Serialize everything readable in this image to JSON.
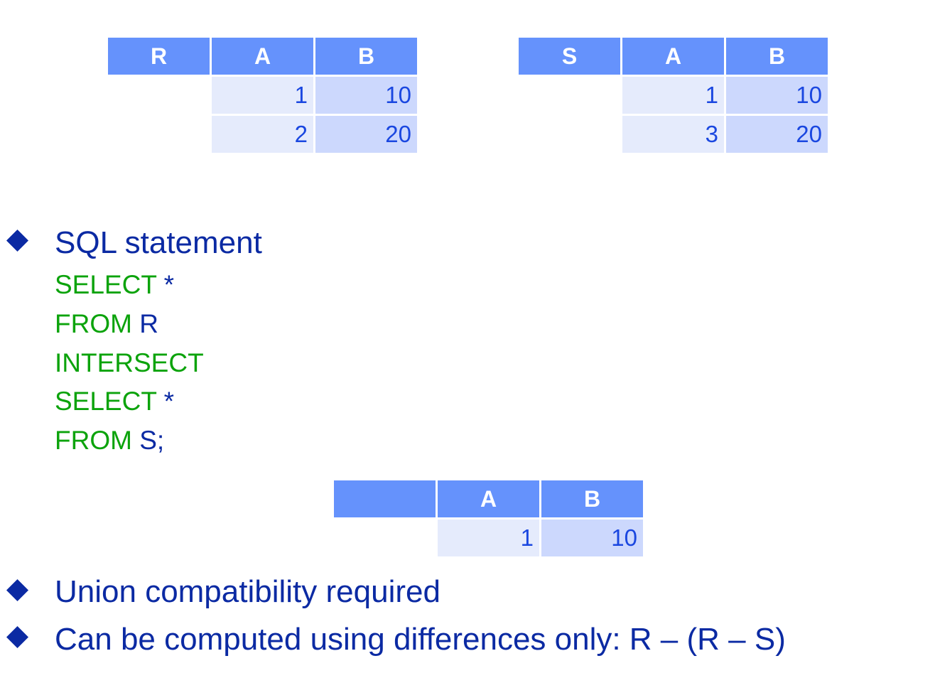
{
  "table_r": {
    "headers": [
      "R",
      "A",
      "B"
    ],
    "rows": [
      {
        "a": "1",
        "b": "10"
      },
      {
        "a": "2",
        "b": "20"
      }
    ]
  },
  "table_s": {
    "headers": [
      "S",
      "A",
      "B"
    ],
    "rows": [
      {
        "a": "1",
        "b": "10"
      },
      {
        "a": "3",
        "b": "20"
      }
    ]
  },
  "result_table": {
    "headers": [
      "",
      "A",
      "B"
    ],
    "rows": [
      {
        "a": "1",
        "b": "10"
      }
    ]
  },
  "bullets": [
    "SQL statement",
    "Union compatibility required",
    "Can be computed using differences only: R – (R – S)"
  ],
  "sql": [
    {
      "keyword": "SELECT",
      "rest": "*"
    },
    {
      "keyword": "FROM",
      "rest": "R"
    },
    {
      "keyword": "INTERSECT",
      "rest": ""
    },
    {
      "keyword": "SELECT",
      "rest": "*"
    },
    {
      "keyword": "FROM",
      "rest": "S;"
    }
  ],
  "colors": {
    "header_bg": "#6592fc",
    "cell_a_bg": "#e5ebfc",
    "cell_b_bg": "#ccd8fd",
    "cell_text": "#1a47e0",
    "bullet_text": "#0b2aa3",
    "sql_keyword": "#0ca30c"
  }
}
